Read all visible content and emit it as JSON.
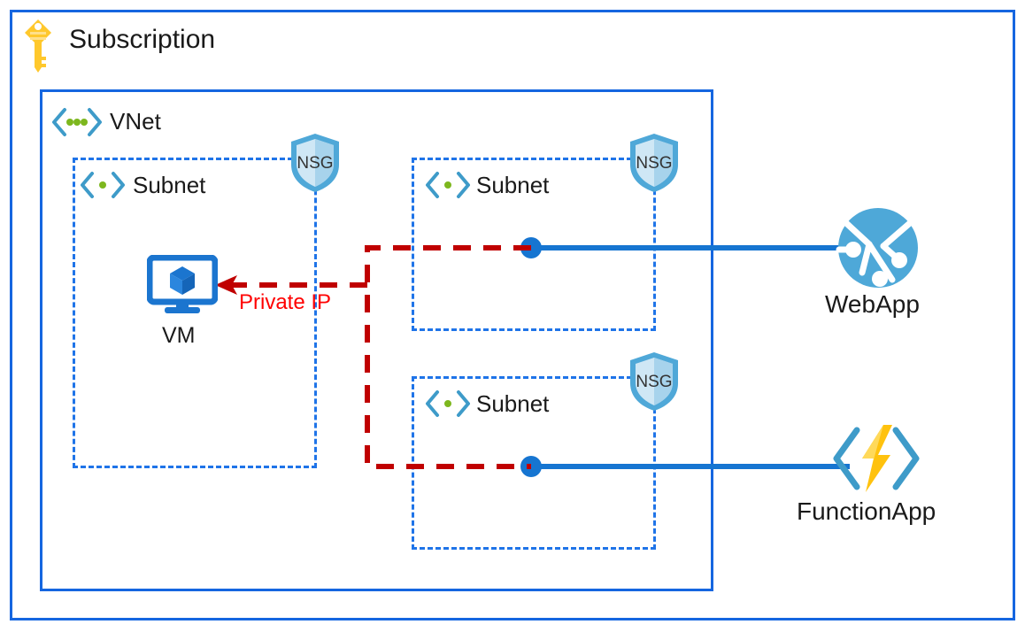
{
  "diagram": {
    "title": "Azure Subscription VNet architecture",
    "colors": {
      "frame_blue": "#1566E0",
      "subnet_dashed_blue": "#1F74E8",
      "connector_blue": "#1675D1",
      "private_ip_red_line": "#C00000",
      "private_ip_red_text": "#FF0000",
      "nsg_shield_blue": "#4FA8D8",
      "webapp_blue": "#4EA8D8",
      "function_bolt_yellow": "#FFC20E",
      "vnet_dot_green": "#7DB71E",
      "key_yellow": "#FFC82C",
      "vm_blue": "#1B75CF"
    },
    "subscription": {
      "label": "Subscription",
      "icon": "key-icon"
    },
    "vnet": {
      "label": "VNet",
      "icon": "vnet-icon"
    },
    "subnets": [
      {
        "label": "Subnet",
        "icon": "subnet-icon",
        "nsg": {
          "label": "NSG",
          "icon": "shield-icon"
        }
      },
      {
        "label": "Subnet",
        "icon": "subnet-icon",
        "nsg": {
          "label": "NSG",
          "icon": "shield-icon"
        }
      },
      {
        "label": "Subnet",
        "icon": "subnet-icon",
        "nsg": {
          "label": "NSG",
          "icon": "shield-icon"
        }
      }
    ],
    "resources": [
      {
        "label": "VM",
        "icon": "virtual-machine-icon"
      },
      {
        "label": "WebApp",
        "icon": "web-app-globe-icon"
      },
      {
        "label": "FunctionApp",
        "icon": "function-app-icon"
      }
    ],
    "connections": [
      {
        "label": "Private IP",
        "style": "dashed",
        "color": "#C00000",
        "direction": "to-vm"
      },
      {
        "label": "",
        "style": "solid",
        "color": "#1675D1",
        "from": "subnet-top-endpoint",
        "to": "WebApp"
      },
      {
        "label": "",
        "style": "solid",
        "color": "#1675D1",
        "from": "subnet-bottom-endpoint",
        "to": "FunctionApp"
      }
    ]
  }
}
